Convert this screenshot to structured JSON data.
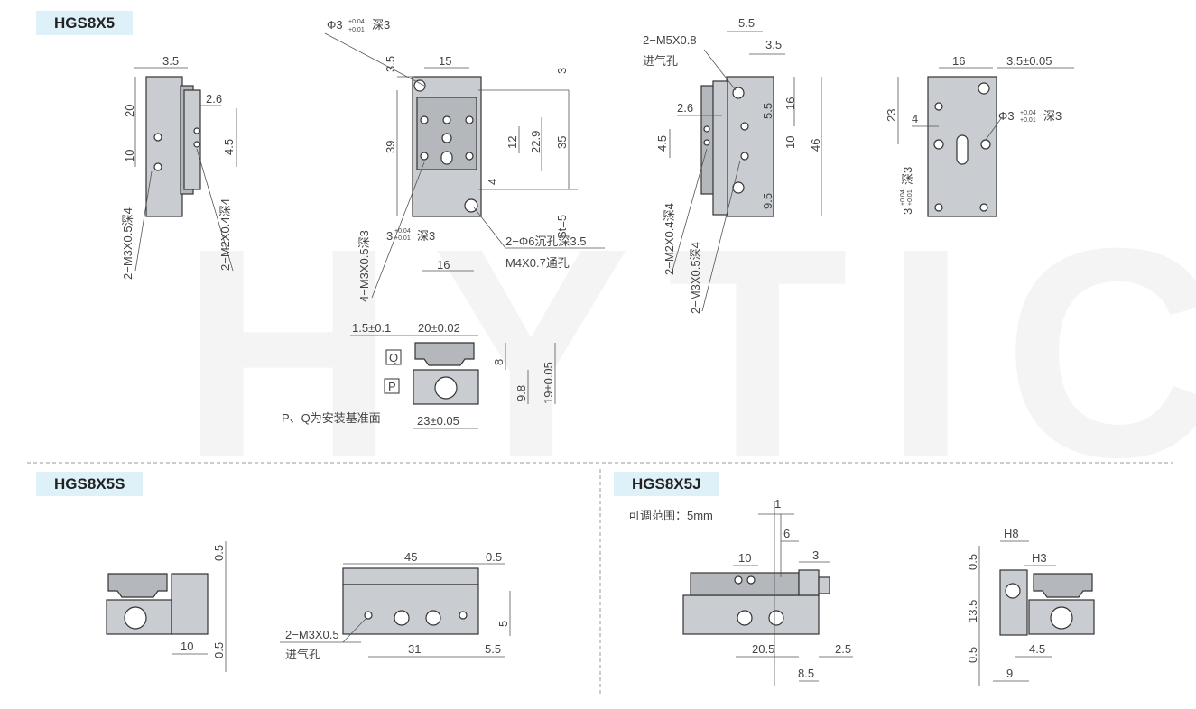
{
  "watermark": "HYTIC",
  "sections": {
    "s1": {
      "title": "HGS8X5"
    },
    "s2": {
      "title": "HGS8X5S"
    },
    "s3": {
      "title": "HGS8X5J"
    }
  },
  "view1": {
    "d_3_5": "3.5",
    "d_2_6": "2.6",
    "d_20": "20",
    "d_10": "10",
    "d_4_5": "4.5",
    "callout_m3": "2−M3X0.5深4",
    "callout_m2": "2−M2X0.4深4"
  },
  "view2": {
    "phi_label": "Φ3",
    "phi_tol_upper": "+0.04",
    "phi_tol_lower": "+0.01",
    "phi_depth": "深3",
    "d_3_5": "3.5",
    "d_15": "15",
    "d_3": "3",
    "d_39": "39",
    "d_12": "12",
    "d_22_9": "22.9",
    "d_35": "35",
    "d_4": "4",
    "d_st": "St=5",
    "d_16": "16",
    "hole_base": "3",
    "hole_tol_upper": "+0.04",
    "hole_tol_lower": "+0.01",
    "hole_depth": "深3",
    "callout_m3": "4−M3X0.5深3",
    "callout_cb": "2−Φ6沉孔深3.5",
    "callout_m4": "M4X0.7通孔"
  },
  "view3": {
    "callout_m5": "2−M5X0.8",
    "callout_m5_sub": "进气孔",
    "d_5_5": "5.5",
    "d_3_5": "3.5",
    "d_2_6": "2.6",
    "d_5_5b": "5.5",
    "d_16": "16",
    "d_4_5": "4.5",
    "d_10": "10",
    "d_46": "46",
    "d_9_5": "9.5",
    "callout_m2": "2−M2X0.4深4",
    "callout_m3": "2−M3X0.5深4"
  },
  "view4": {
    "d_16": "16",
    "d_3_5_tol": "3.5±0.05",
    "d_23": "23",
    "d_4": "4",
    "phi_label": "Φ3",
    "phi_tol_upper": "+0.04",
    "phi_tol_lower": "+0.01",
    "phi_depth": "深3",
    "v_base": "3",
    "v_tol_upper": "+0.04",
    "v_tol_lower": "+0.01",
    "v_depth": "深3"
  },
  "view5": {
    "d_1_5": "1.5±0.1",
    "d_20": "20±0.02",
    "d_8": "8",
    "d_9_8": "9.8",
    "d_19": "19±0.05",
    "d_23": "23±0.05",
    "label_q": "Q",
    "label_p": "P",
    "note": "P、Q为安装基准面"
  },
  "view6": {
    "d_0_5a": "0.5",
    "d_0_5b": "0.5",
    "d_10": "10"
  },
  "view7": {
    "d_45": "45",
    "d_0_5": "0.5",
    "d_5": "5",
    "d_5_5": "5.5",
    "d_31": "31",
    "callout": "2−M3X0.5",
    "callout_sub": "进气孔"
  },
  "view8": {
    "adjust_note": "可调范围：5mm",
    "d_1": "1",
    "d_6": "6",
    "d_10": "10",
    "d_3": "3",
    "d_20_5": "20.5",
    "d_2_5": "2.5",
    "d_8_5": "8.5"
  },
  "view9": {
    "d_h8": "H8",
    "d_h3": "H3",
    "d_0_5a": "0.5",
    "d_13_5": "13.5",
    "d_0_5b": "0.5",
    "d_4_5": "4.5",
    "d_9": "9"
  }
}
